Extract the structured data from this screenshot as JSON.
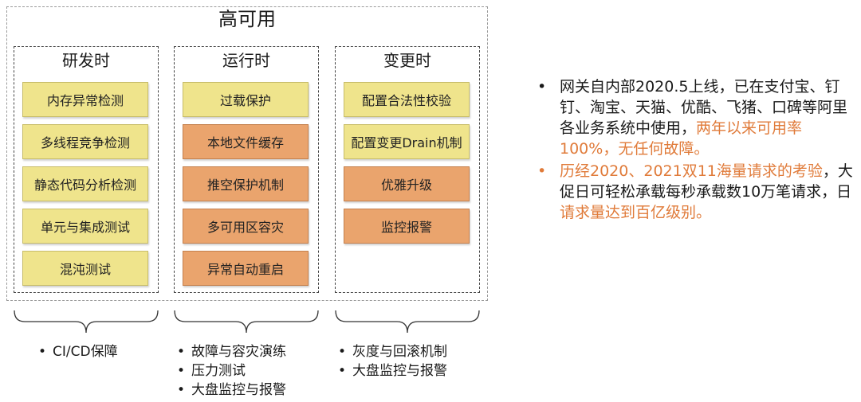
{
  "title": "高可用",
  "columns": [
    {
      "title": "研发时",
      "items": [
        {
          "label": "内存异常检测",
          "color": "yellow"
        },
        {
          "label": "多线程竞争检测",
          "color": "yellow"
        },
        {
          "label": "静态代码分析检测",
          "color": "yellow"
        },
        {
          "label": "单元与集成测试",
          "color": "yellow"
        },
        {
          "label": "混沌测试",
          "color": "yellow"
        }
      ],
      "bottom": [
        "CI/CD保障"
      ]
    },
    {
      "title": "运行时",
      "items": [
        {
          "label": "过载保护",
          "color": "yellow"
        },
        {
          "label": "本地文件缓存",
          "color": "orange"
        },
        {
          "label": "推空保护机制",
          "color": "orange"
        },
        {
          "label": "多可用区容灾",
          "color": "orange"
        },
        {
          "label": "异常自动重启",
          "color": "orange"
        }
      ],
      "bottom": [
        "故障与容灾演练",
        "压力测试",
        "大盘监控与报警"
      ]
    },
    {
      "title": "变更时",
      "items": [
        {
          "label": "配置合法性校验",
          "color": "yellow"
        },
        {
          "label": "配置变更Drain机制",
          "color": "yellow"
        },
        {
          "label": "优雅升级",
          "color": "orange"
        },
        {
          "label": "监控报警",
          "color": "orange"
        }
      ],
      "bottom": [
        "灰度与回滚机制",
        "大盘监控与报警"
      ]
    }
  ],
  "notes": [
    {
      "bullet": "•",
      "bullet_color": "#1a1a1a",
      "text_plain": "网关自内部2020.5上线，已在支付宝、钉钉、淘宝、天猫、优酷、飞猪、口碑等阿里各业务系统中使用，",
      "text_highlight": "两年以来可用率100%，无任何故障。"
    },
    {
      "bullet": "•",
      "bullet_color": "#e07b3a",
      "text_highlight_1": "历经2020、2021双11海量请求的考验",
      "text_plain": "，大促日可轻松承载每秒承载数10万笔请求，日",
      "text_highlight_2": "请求量达到百亿级别。"
    }
  ],
  "colors": {
    "yellow": "#efe48c",
    "orange": "#eaa46d",
    "highlight": "#e07b3a"
  }
}
